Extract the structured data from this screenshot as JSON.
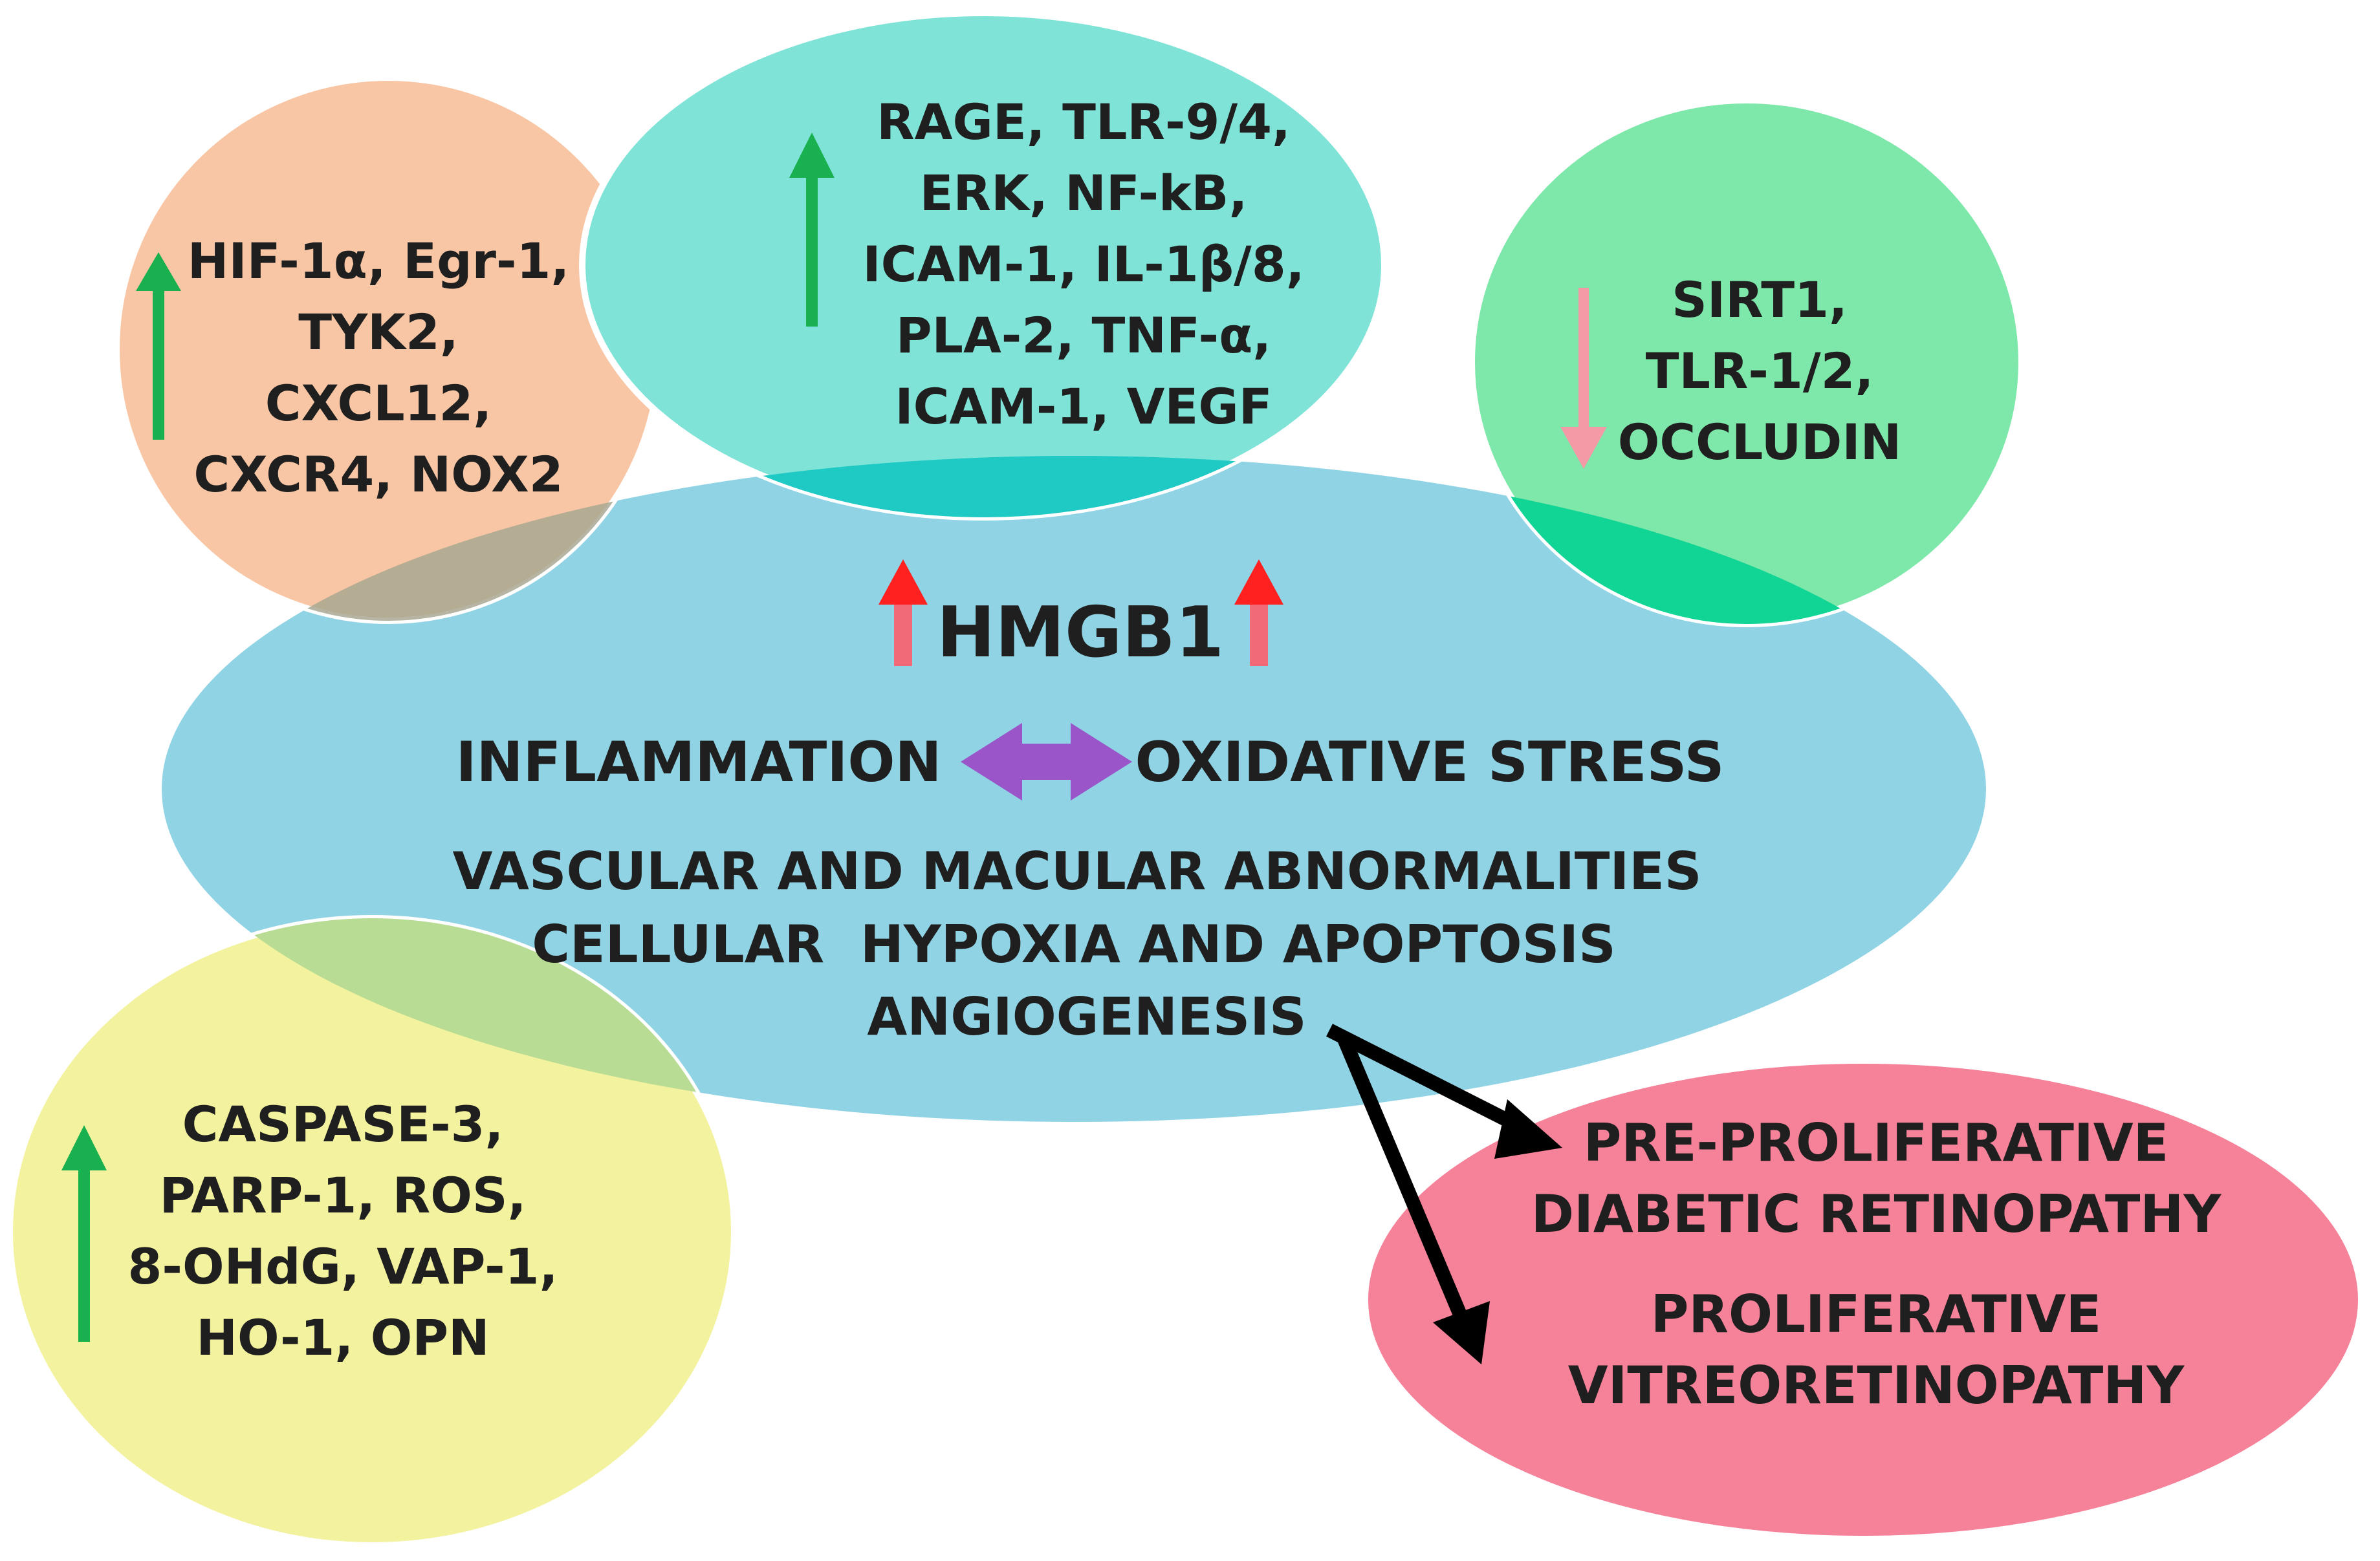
{
  "colors": {
    "central": "#8fd3e4",
    "top_left": "#f8c6a4",
    "top_center": "#7fe4d7",
    "top_right": "#7de8a9",
    "bottom_left": "#f3f29e",
    "bottom_right": "#f6829a",
    "up_arrow": "#19b04f",
    "down_arrow": "#f49aa7",
    "hmgb1_arrow": "#ff2020",
    "double_arrow": "#9a55c8",
    "black_arrow": "#000000"
  },
  "center": {
    "hmgb1": "HMGB1",
    "inflammation": "INFLAMMATION",
    "oxidative_stress": "OXIDATIVE STRESS",
    "effects": [
      "VASCULAR AND MACULAR ABNORMALITIES",
      "CELLULAR  HYPOXIA AND APOPTOSIS",
      "ANGIOGENESIS"
    ]
  },
  "top_left": {
    "direction_icon": "up-arrow",
    "lines": [
      "HIF-1α, Egr-1,",
      "TYK2,",
      "CXCL12,",
      "CXCR4, NOX2"
    ]
  },
  "top_center": {
    "direction_icon": "up-arrow",
    "lines": [
      "RAGE, TLR-9/4,",
      "ERK, NF-kB,",
      "ICAM-1, IL-1β/8,",
      "PLA-2, TNF-α,",
      "ICAM-1, VEGF"
    ]
  },
  "top_right": {
    "direction_icon": "down-arrow",
    "lines": [
      "SIRT1,",
      "TLR-1/2,",
      "OCCLUDIN"
    ]
  },
  "bottom_left": {
    "direction_icon": "up-arrow",
    "lines": [
      "CASPASE-3,",
      "PARP-1, ROS,",
      "8-OHdG, VAP-1,",
      "HO-1, OPN"
    ]
  },
  "bottom_right": {
    "outcomes": [
      {
        "lines": [
          "PRE-PROLIFERATIVE",
          "DIABETIC RETINOPATHY"
        ]
      },
      {
        "lines": [
          "PROLIFERATIVE",
          "VITREORETINOPATHY"
        ]
      }
    ]
  }
}
